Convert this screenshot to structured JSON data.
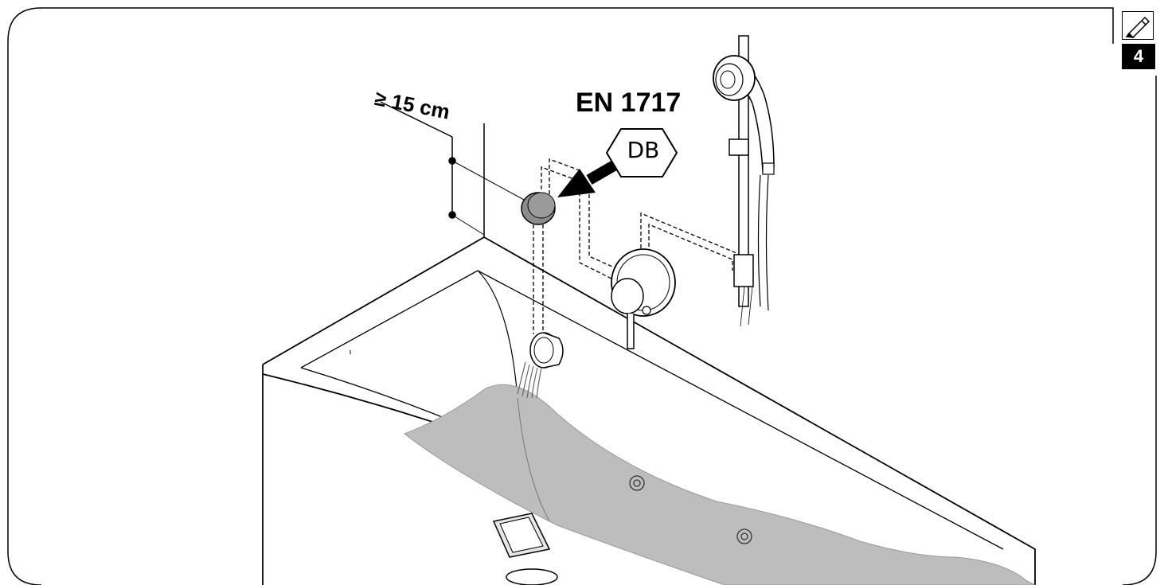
{
  "distance_label": "≥ 15 cm",
  "norm_label": "EN 1717",
  "hexagon_label": "DB",
  "step_number": "4",
  "icons": [
    "pencil-icon"
  ]
}
